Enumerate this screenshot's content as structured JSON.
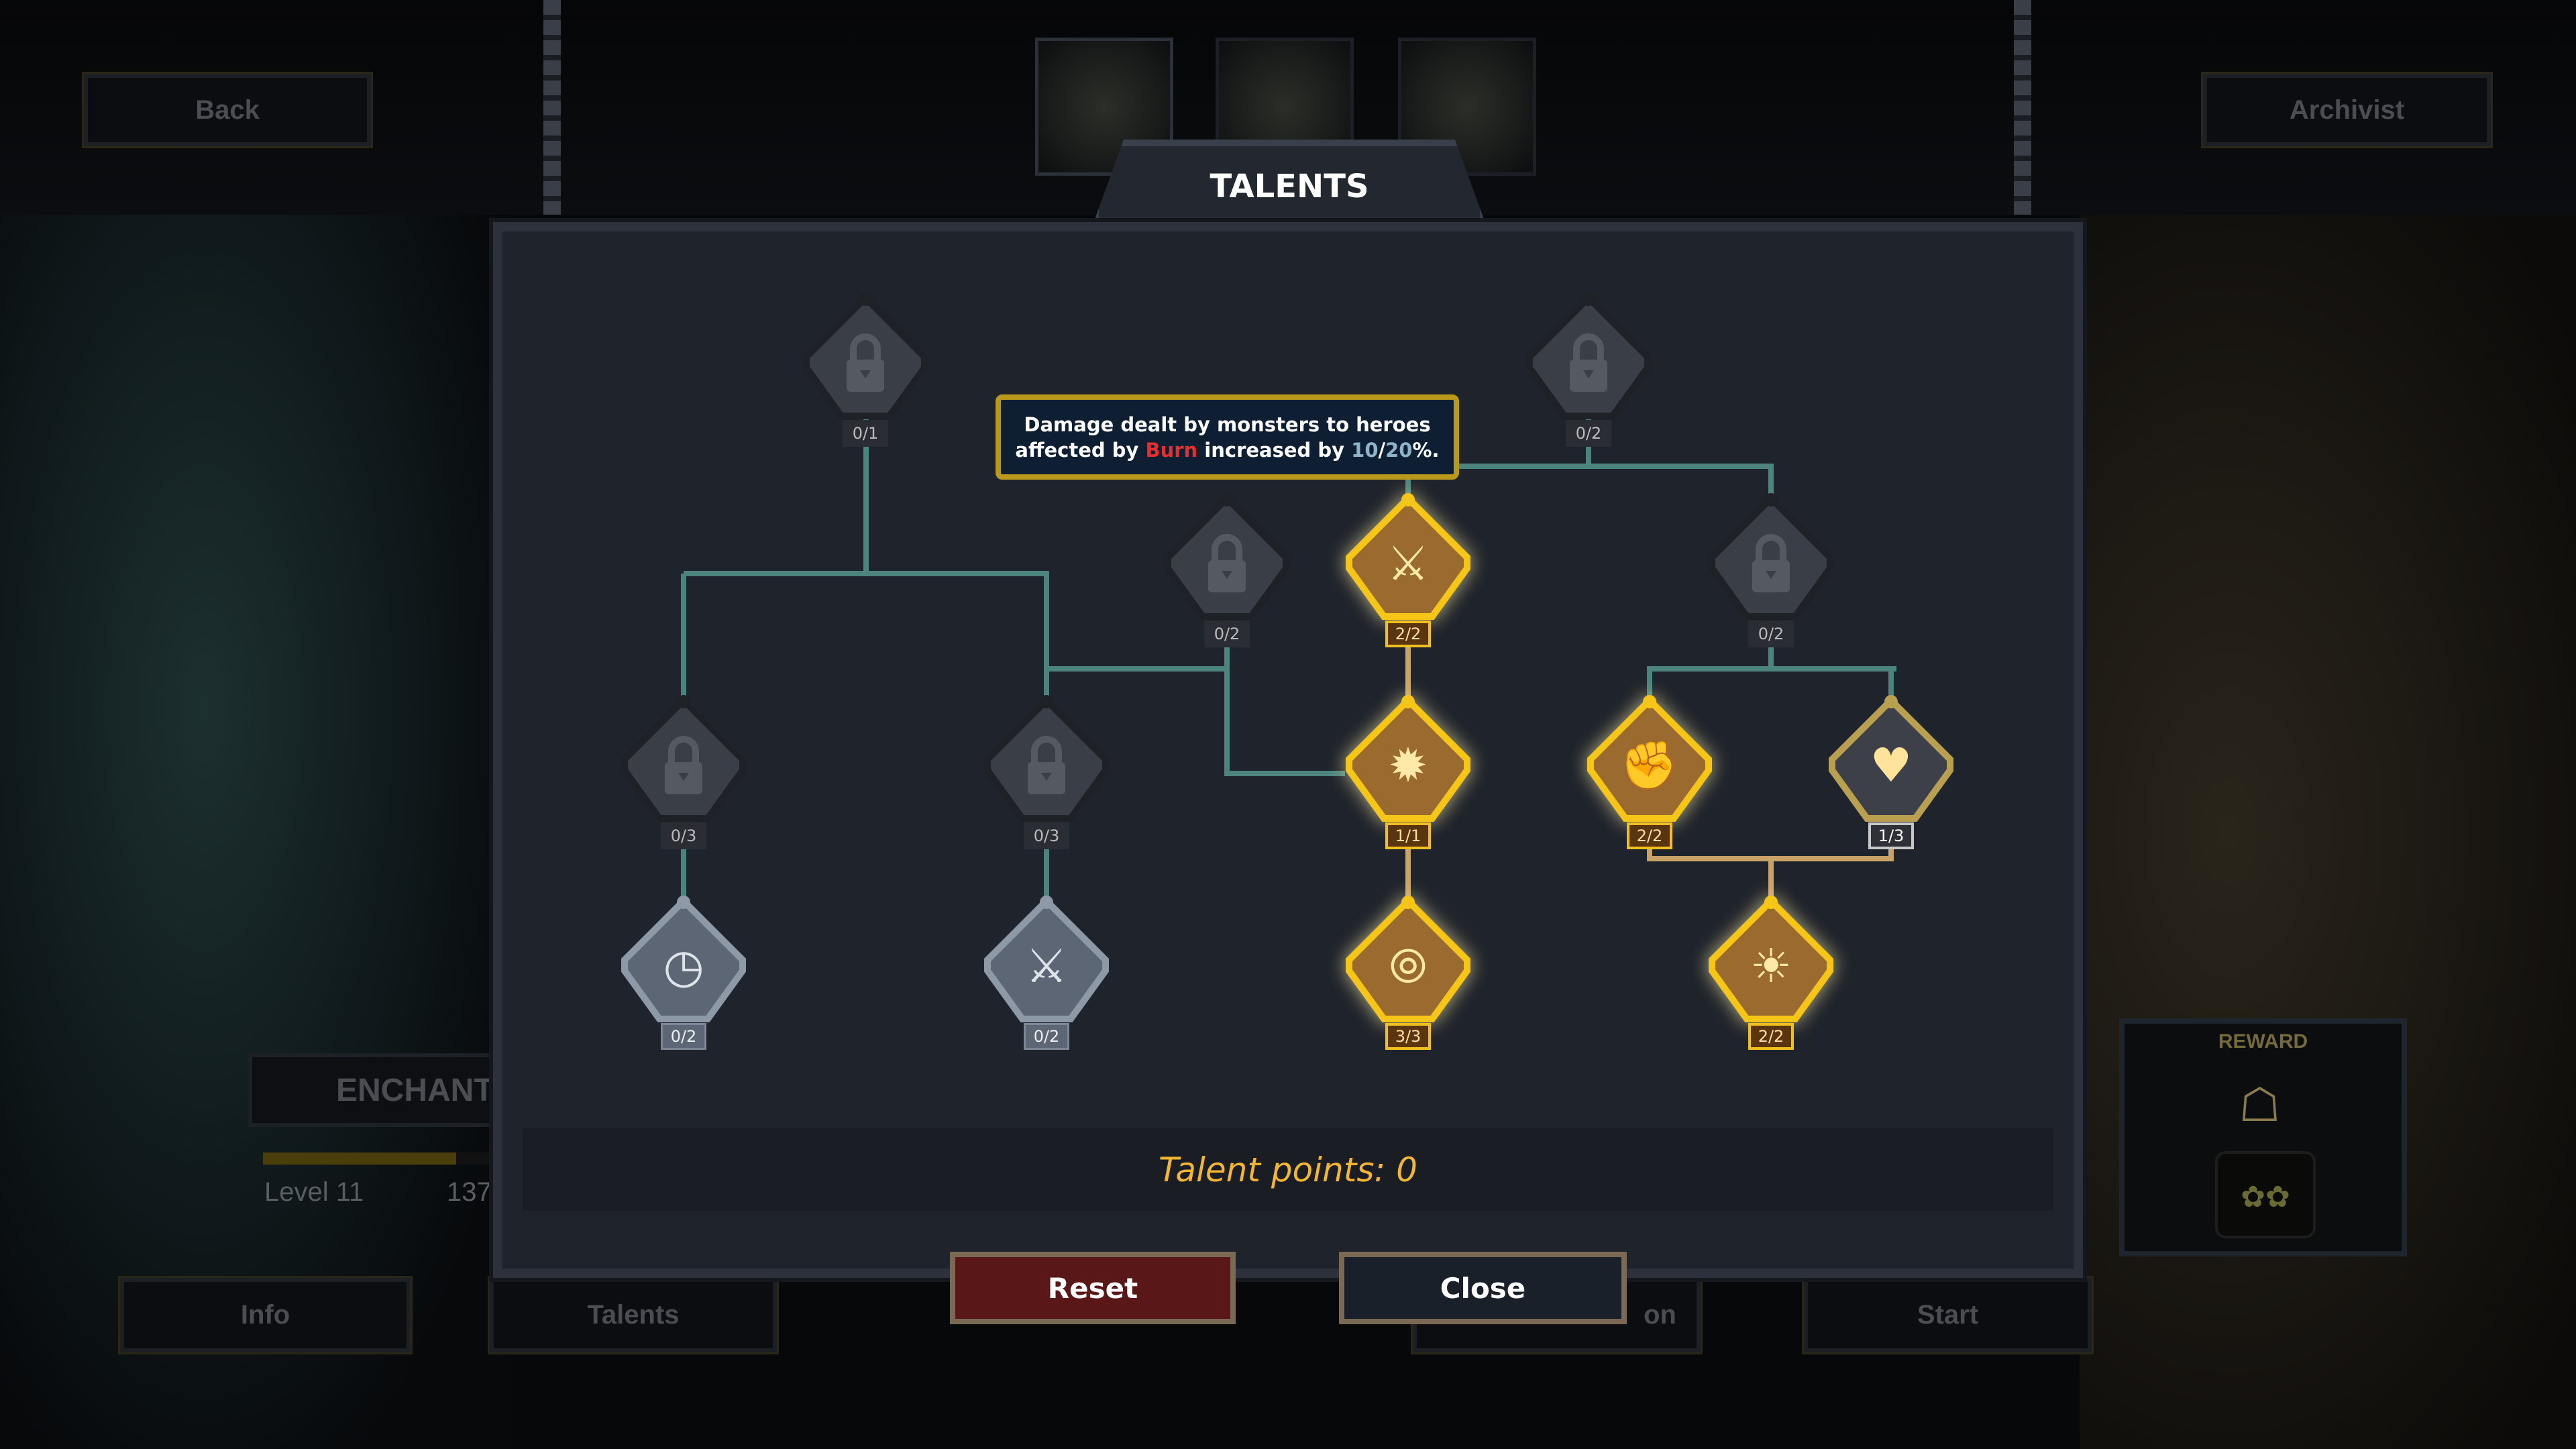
{
  "background": {
    "back_button": "Back",
    "archivist_button": "Archivist",
    "enchant_label": "ENCHANT",
    "level_label": "Level 11",
    "xp_partial": "137",
    "xp_progress_fraction": 0.8,
    "bottom_tabs": [
      "Info",
      "Talents",
      "on",
      "Start"
    ],
    "reward_title": "REWARD",
    "reward_icons": [
      "trophy-icon",
      "flowers-icon"
    ]
  },
  "dialog": {
    "title": "TALENTS",
    "tooltip": {
      "line1": "Damage dealt by monsters to heroes",
      "line2_prefix": "affected by ",
      "keyword": "Burn",
      "line2_mid": " increased by ",
      "value1": "10",
      "sep": "/",
      "value2": "20",
      "suffix": "%."
    },
    "talent_points": "Talent points: 0",
    "reset_button": "Reset",
    "close_button": "Close"
  },
  "colors": {
    "accent_gold": "#f2b632",
    "burn": "#e03030",
    "connector": "#4d837d",
    "connector_active": "#c9a267",
    "reset": "#5a1718"
  },
  "nodes": [
    {
      "rank": "0/1",
      "state": "locked",
      "icon": "lock-icon"
    },
    {
      "rank": "0/2",
      "state": "locked",
      "icon": "lock-icon"
    },
    {
      "rank": "0/2",
      "state": "locked",
      "icon": "lock-icon"
    },
    {
      "rank": "2/2",
      "state": "maxed",
      "icon": "sword-frost-icon"
    },
    {
      "rank": "0/2",
      "state": "locked",
      "icon": "lock-icon"
    },
    {
      "rank": "0/3",
      "state": "locked",
      "icon": "lock-icon"
    },
    {
      "rank": "0/3",
      "state": "locked",
      "icon": "lock-icon"
    },
    {
      "rank": "1/1",
      "state": "maxed",
      "icon": "explosion-frost-icon"
    },
    {
      "rank": "2/2",
      "state": "maxed",
      "icon": "fist-sprout-icon"
    },
    {
      "rank": "1/3",
      "state": "partial",
      "icon": "heart-sprout-icon"
    },
    {
      "rank": "0/2",
      "state": "available",
      "icon": "clock-icon"
    },
    {
      "rank": "0/2",
      "state": "available",
      "icon": "sword-icon"
    },
    {
      "rank": "3/3",
      "state": "maxed",
      "icon": "chain-icon"
    },
    {
      "rank": "2/2",
      "state": "maxed",
      "icon": "burning-face-icon"
    }
  ]
}
